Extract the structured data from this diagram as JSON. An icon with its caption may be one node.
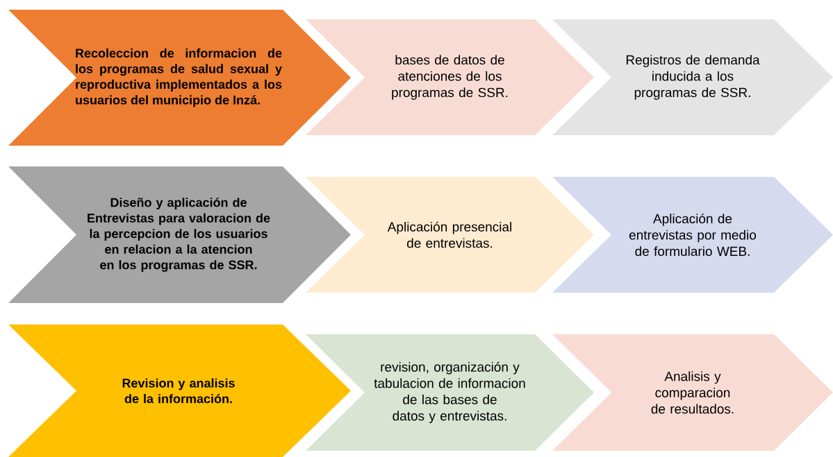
{
  "diagram": {
    "nodes": [
      {
        "text": [
          "Recoleccion de informacion de los programas de salud sexual y reproductiva implementados a los usuarios del municipio de Inzá."
        ]
      },
      {
        "text": [
          "bases de datos de atenciones  de los programas de SSR."
        ]
      },
      {
        "text": [
          "Registros de demanda inducida a los programas de SSR."
        ]
      },
      {
        "text": [
          "Diseño y aplicación de Entrevistas para valoracion de la percepcion de los usuarios en relacion a la atencion en los programas de SSR."
        ]
      },
      {
        "text": [
          "Aplicación presencial de entrevistas."
        ]
      },
      {
        "text": [
          "Aplicación de entrevistas por medio de formulario WEB."
        ]
      },
      {
        "text": [
          "Revision y analisis de la información."
        ]
      },
      {
        "text": [
          "revision, organización y tabulacion de informacion de las bases de datos y entrevistas."
        ]
      },
      {
        "text": [
          "Analisis y comparacion de resultados."
        ]
      }
    ]
  }
}
